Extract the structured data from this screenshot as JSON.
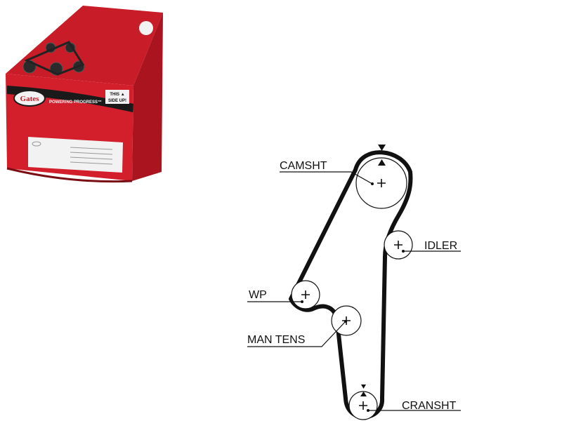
{
  "product_box": {
    "brand_logo": "Gates",
    "tagline": "POWERING PROGRESS™",
    "orientation_sticker_line1": "THIS ▲",
    "orientation_sticker_line2": "SIDE UP!",
    "colors": {
      "box_red": "#d21f2b",
      "box_dark_red": "#a9141e",
      "label_white": "#f2f2f2"
    }
  },
  "timing_diagram": {
    "pulleys": [
      {
        "label": "CAMSHT"
      },
      {
        "label": "IDLER"
      },
      {
        "label": "WP"
      },
      {
        "label": "MAN TENS"
      },
      {
        "label": "CRANSHT"
      }
    ],
    "colors": {
      "belt": "#111111",
      "text": "#111111"
    }
  }
}
